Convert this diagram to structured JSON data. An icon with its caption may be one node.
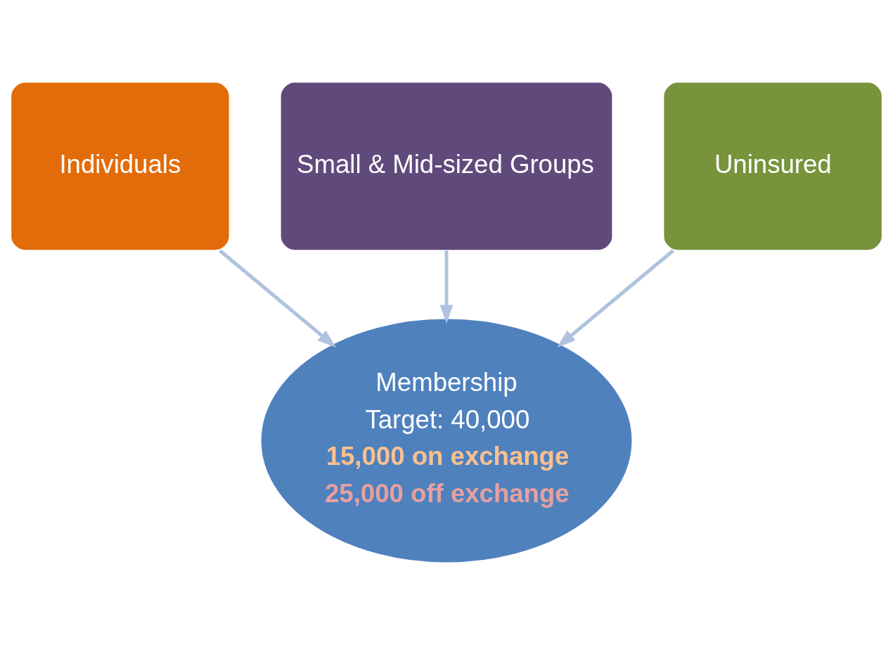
{
  "diagram": {
    "nodes": [
      {
        "text": [
          "Individuals"
        ]
      },
      {
        "text": [
          "Small & Mid-sized Groups"
        ]
      },
      {
        "text": [
          "Uninsured"
        ]
      },
      {
        "text": [
          "Membership",
          "Target: 40,000",
          "15,000 on exchange",
          "25,000 off exchange"
        ]
      }
    ],
    "edges": [
      {
        "from": 0,
        "to": 3,
        "arrow": "to",
        "color": "#b0c2de"
      },
      {
        "from": 1,
        "to": 3,
        "arrow": "to",
        "color": "#b0c2de"
      },
      {
        "from": 2,
        "to": 3,
        "arrow": "to",
        "color": "#b0c2de"
      }
    ]
  }
}
